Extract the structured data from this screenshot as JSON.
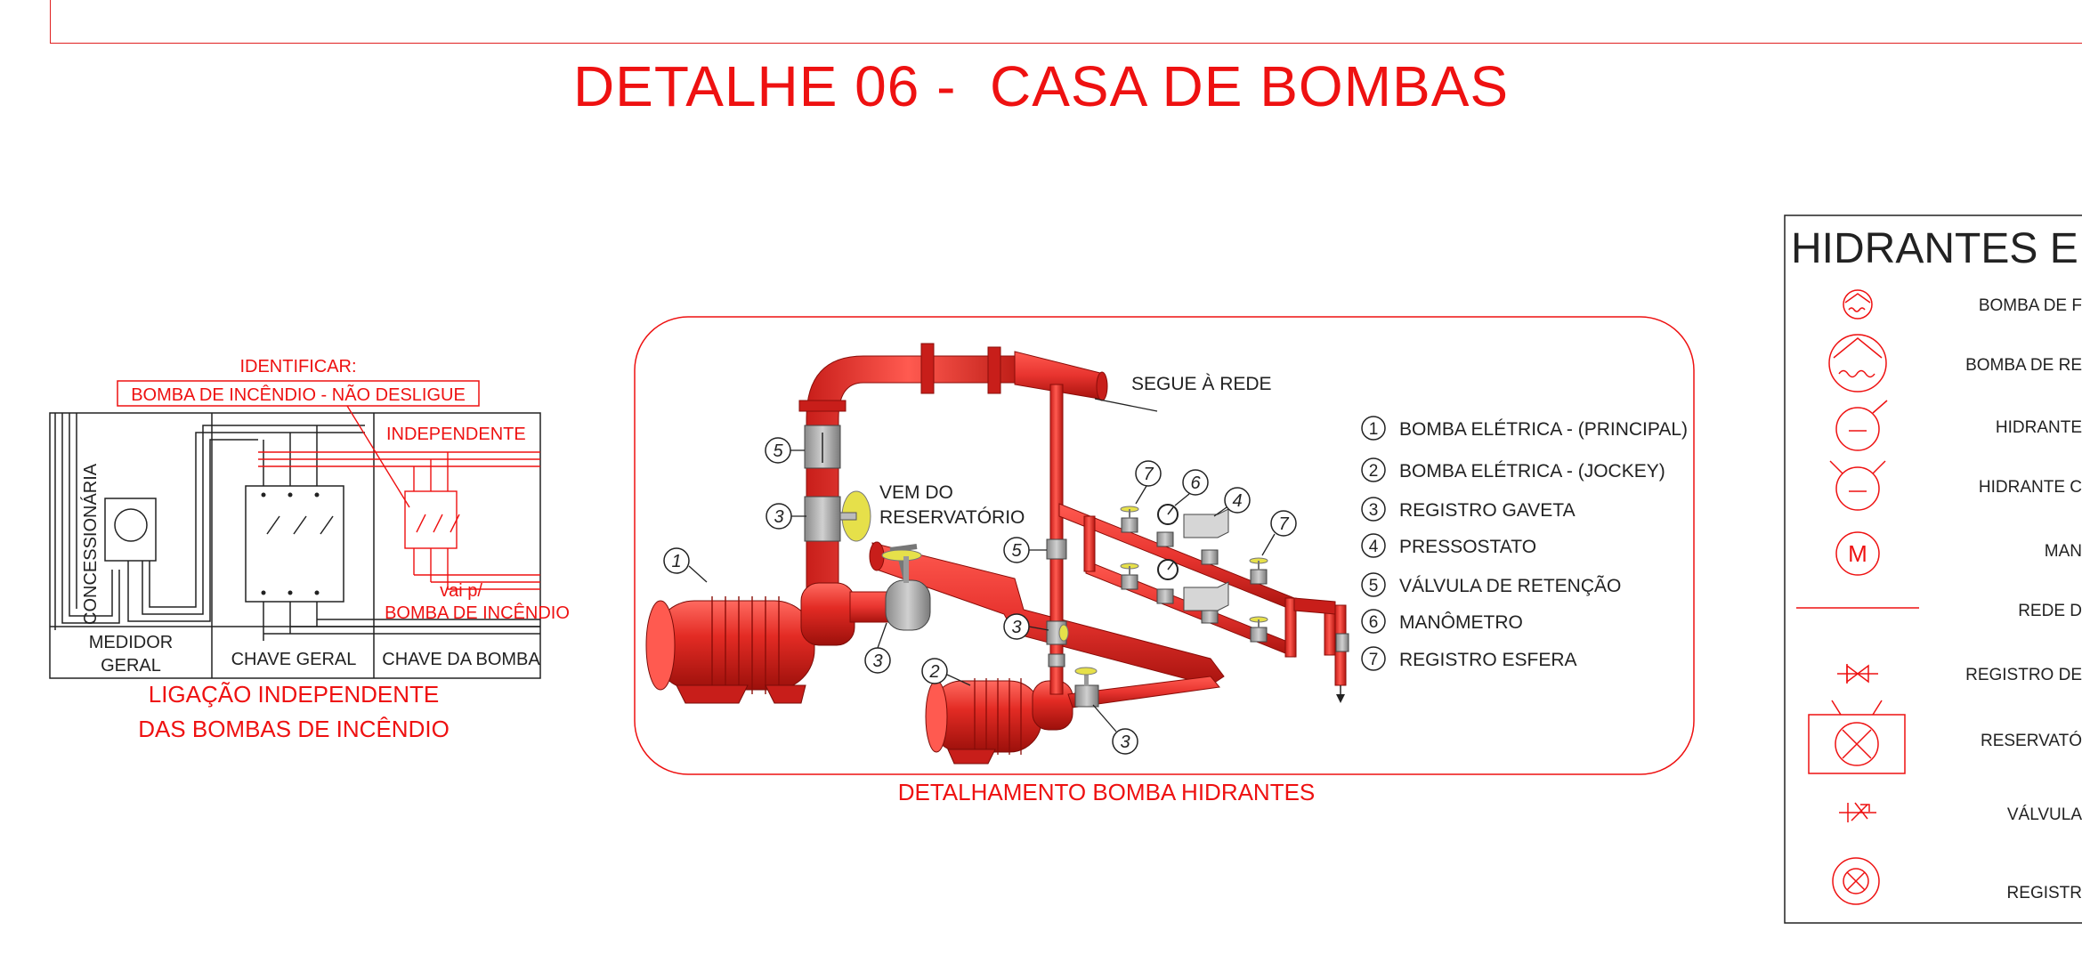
{
  "title": "DETALHE 06 -  CASA DE BOMBAS",
  "wiring": {
    "identify_label": "IDENTIFICAR:",
    "identify_sign": "BOMBA DE INCÊNDIO - NÃO DESLIGUE",
    "independent_label": "INDEPENDENTE",
    "concession_label": "CONCESSIONÁRIA",
    "to_pump_line1": "vai p/",
    "to_pump_line2": "BOMBA DE INCÊNDIO",
    "meter_line1": "MEDIDOR",
    "meter_line2": "GERAL",
    "main_switch": "CHAVE GERAL",
    "pump_switch": "CHAVE DA BOMBA",
    "caption_line1": "LIGAÇÃO INDEPENDENTE",
    "caption_line2": "DAS BOMBAS DE INCÊNDIO"
  },
  "pump_detail": {
    "to_network": "SEGUE À REDE",
    "from_reservoir_line1": "VEM DO",
    "from_reservoir_line2": "RESERVATÓRIO",
    "caption": "DETALHAMENTO BOMBA HIDRANTES",
    "callouts": [
      "1",
      "2",
      "3",
      "3",
      "3",
      "3",
      "4",
      "5",
      "5",
      "6",
      "7",
      "7"
    ],
    "legend": [
      {
        "num": "1",
        "label": "BOMBA ELÉTRICA - (PRINCIPAL)"
      },
      {
        "num": "2",
        "label": "BOMBA ELÉTRICA - (JOCKEY)"
      },
      {
        "num": "3",
        "label": "REGISTRO GAVETA"
      },
      {
        "num": "4",
        "label": "PRESSOSTATO"
      },
      {
        "num": "5",
        "label": "VÁLVULA DE RETENÇÃO"
      },
      {
        "num": "6",
        "label": "MANÔMETRO"
      },
      {
        "num": "7",
        "label": "REGISTRO ESFERA"
      }
    ]
  },
  "symbol_legend": {
    "header": "HIDRANTES E MA",
    "items": [
      {
        "icon": "pump-small-icon",
        "label": "BOMBA DE F"
      },
      {
        "icon": "pump-large-icon",
        "label": "BOMBA DE RE"
      },
      {
        "icon": "hydrant-single-icon",
        "label": "HIDRANTE"
      },
      {
        "icon": "hydrant-double-icon",
        "label": "HIDRANTE C"
      },
      {
        "icon": "manometer-icon",
        "label": "MAN",
        "symbol_text": "M"
      },
      {
        "icon": "network-line-icon",
        "label": "REDE D"
      },
      {
        "icon": "gate-valve-icon",
        "label": "REGISTRO DE"
      },
      {
        "icon": "reservoir-icon",
        "label": "RESERVATÓ"
      },
      {
        "icon": "check-valve-icon",
        "label": "VÁLVULA"
      },
      {
        "icon": "ball-valve-icon",
        "label": "REGISTR"
      }
    ]
  },
  "colors": {
    "accent_red": "#ee1111",
    "pipe_red": "#e8342f",
    "valve_gray": "#a8a8a8",
    "valve_yellow": "#e6e04a"
  }
}
